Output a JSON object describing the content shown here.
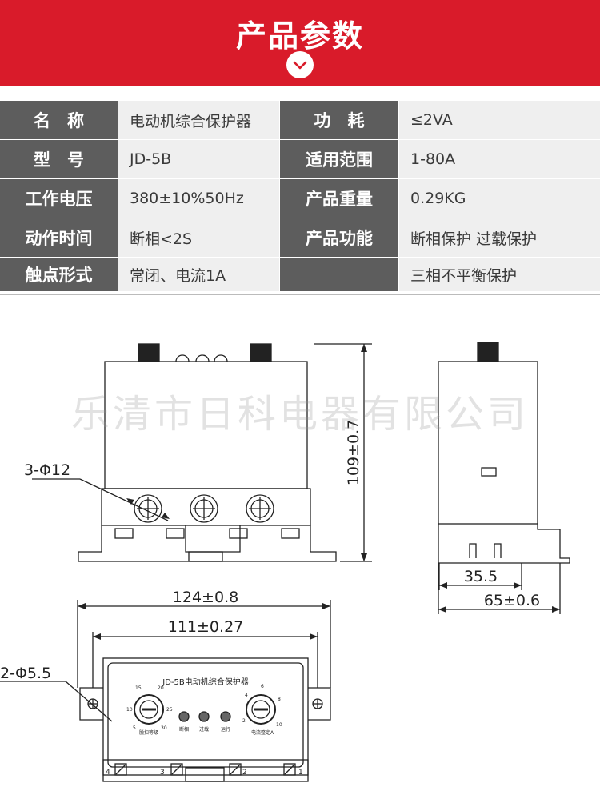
{
  "header": {
    "title": "产品参数"
  },
  "spec_rows": [
    {
      "label1": "名　称",
      "value1": "电动机综合保护器",
      "label2": "功　耗",
      "value2": "≤2VA"
    },
    {
      "label1": "型　号",
      "value1": "JD-5B",
      "label2": "适用范围",
      "value2": "1-80A"
    },
    {
      "label1": "工作电压",
      "value1": "380±10%50Hz",
      "label2": "产品重量",
      "value2": "0.29KG"
    },
    {
      "label1": "动作时间",
      "value1": "断相<2S",
      "label2": "产品功能",
      "value2": "断相保护 过载保护"
    },
    {
      "label1": "触点形式",
      "value1": "常闭、电流1A",
      "label2": "",
      "value2": "三相不平衡保护"
    }
  ],
  "watermark": "乐清市日科电器有限公司",
  "drawing": {
    "holes_label": "3-Φ12",
    "height_dim": "109±0.7",
    "side_inner_dim": "35.5",
    "side_depth_dim": "65±0.6",
    "overall_width_dim": "124±0.8",
    "mount_spacing_dim": "111±0.27",
    "mount_holes_label": "2-Φ5.5",
    "panel_title": "JD-5B电动机综合保护器",
    "indicators": [
      "断相",
      "过载",
      "运行"
    ],
    "left_dial_label": "脱扣等级",
    "right_dial_label": "电流整定A",
    "left_dial_ticks": [
      "15",
      "20",
      "10",
      "25",
      "5",
      "30"
    ],
    "right_dial_ticks": [
      "4",
      "6",
      "8",
      "2",
      "10"
    ],
    "terminals": [
      "4",
      "3",
      "2",
      "1"
    ]
  }
}
